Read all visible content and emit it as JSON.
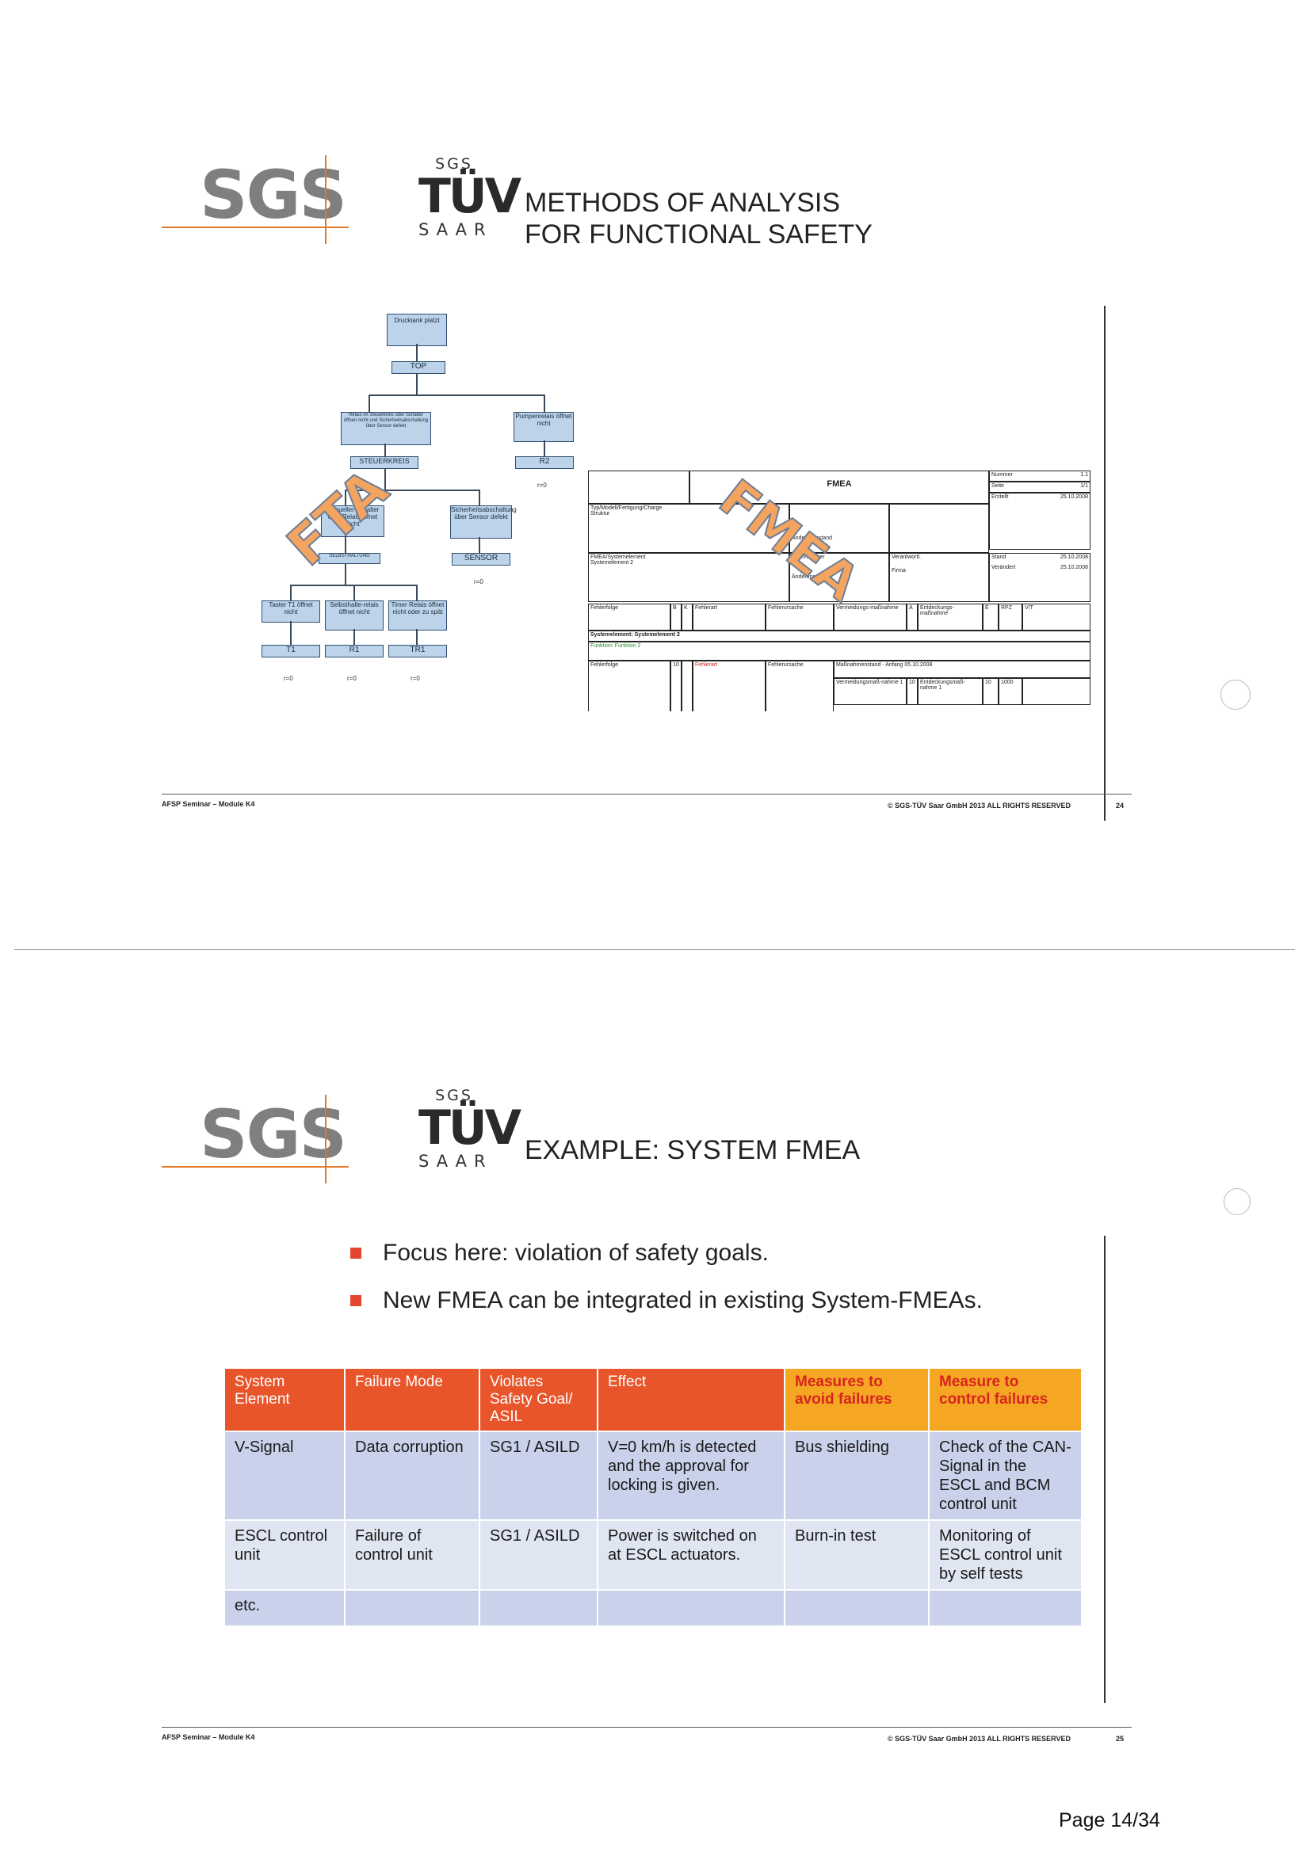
{
  "slide1": {
    "sgs_logo": "SGS",
    "tuv_top": "SGS",
    "tuv_main": "TÜV",
    "tuv_bottom": "SAAR",
    "title_line1": "METHODS OF ANALYSIS",
    "title_line2": "FOR FUNCTIONAL SAFETY",
    "stamp_fta": "FTA",
    "stamp_fmea": "FMEA",
    "fta": {
      "top_event": "Drucktank platzt",
      "top_gate": "TOP",
      "relay_event": "Relais im Steuerkreis oder Schalter öffnen nicht und Sicherheitsabschaltung über Sensor defekt",
      "pump_event": "Pumpenrelais öffnet nicht",
      "steuerkreis_gate": "STEUERKREIS",
      "r2_gate": "R2",
      "r2_p": "r=0",
      "manual_event": "manueller Schalter oder Relais öffnet nicht",
      "safety_event": "Sicherheitsabschaltung über Sensor defekt",
      "selbst_gate": "SELBSTHALTUNG",
      "sensor_gate": "SENSOR",
      "sensor_p": "r=0",
      "taster_event": "Taster T1 öffnet nicht",
      "selbst_event": "Selbsthalte-relais öffnet nicht",
      "timer_event": "Timer Relais öffnet nicht oder zu spät",
      "t1_gate": "T1",
      "r1_gate": "R1",
      "tr1_gate": "TR1",
      "t1_p": "r=0",
      "r1_p": "r=0",
      "tr1_p": "r=0"
    },
    "fmea_form": {
      "header": "FMEA",
      "nummer_label": "Nummer",
      "nummer_value": "1.1",
      "seite_label": "Seite",
      "seite_value": "1/1",
      "erstellt_label": "Erstellt",
      "erstellt_value": "25.10.2008",
      "typ_label": "Typ/Modell/Fertigung/Charge",
      "struktur_label": "Struktur",
      "sachnummer_label": "Sachnummer",
      "aenderungsstand_label": "Änderungsstand",
      "fmea_system_label": "FMEA/Systemelement",
      "system_element2": "Systemelement 2",
      "verantw_label": "Verantwortl.",
      "firma_label": "Firma",
      "stand_label": "Stand",
      "stand_value": "25.10.2008",
      "veraend_label": "Verändert",
      "veraend_value": "25.10.2008",
      "col_folge": "Fehlerfolge",
      "col_b": "B",
      "col_k": "K",
      "col_art": "Fehlerart",
      "col_ursache": "Fehlerursache",
      "col_vermeid": "Vermeidungs-maßnahme",
      "col_a": "A",
      "col_entdeck": "Entdeckungs-maßnahme",
      "col_e": "E",
      "col_rpz": "RPZ",
      "col_vt": "V/T",
      "section_line": "Systemelement: Systemelement 2",
      "funktion_line": "Funktion: Funktion 2",
      "row_folge": "Fehlerfolge",
      "row_b": "10",
      "row_art": "Fehlerart",
      "row_ursache": "Fehlerursache",
      "row_massn": "Maßnahmenstand - Anfang 05.10.2008",
      "row_vermeid": "Vermeidungsmaß-nahme 1",
      "row_a": "10",
      "row_entdeck": "Entdeckungsmaß-nahme 1",
      "row_e": "10",
      "row_rpz": "1000"
    },
    "footer_left": "AFSP Seminar – Module K4",
    "footer_right": "© SGS-TÜV Saar GmbH 2013 ALL RIGHTS RESERVED",
    "slide_number": "24"
  },
  "slide2": {
    "sgs_logo": "SGS",
    "tuv_top": "SGS",
    "tuv_main": "TÜV",
    "tuv_bottom": "SAAR",
    "title": "EXAMPLE: SYSTEM FMEA",
    "bullets": [
      "Focus here: violation of safety goals.",
      "New FMEA can be integrated in existing System-FMEAs."
    ],
    "table": {
      "headers": [
        "System Element",
        "Failure Mode",
        "Violates Safety Goal/ ASIL",
        "Effect",
        "Measures to avoid failures",
        "Measure to control failures"
      ],
      "rows": [
        [
          "V-Signal",
          "Data corruption",
          "SG1 / ASILD",
          "V=0 km/h is detected and the approval for locking is given.",
          "Bus shielding",
          "Check of the CAN-Signal in the ESCL and BCM control unit"
        ],
        [
          "ESCL control unit",
          "Failure of control unit",
          "SG1 / ASILD",
          "Power  is switched on at ESCL actuators.",
          "Burn-in test",
          "Monitoring of ESCL control unit by self tests"
        ],
        [
          "etc.",
          "",
          "",
          "",
          "",
          ""
        ]
      ]
    },
    "footer_left": "AFSP Seminar – Module K4",
    "footer_right": "© SGS-TÜV Saar GmbH 2013 ALL RIGHTS RESERVED",
    "slide_number": "25"
  },
  "page_label": "Page 14/34",
  "colors": {
    "sgs_grey": "#7f7f7f",
    "sgs_orange": "#e07a2a",
    "header_orange": "#e8552b",
    "header_yellow": "#f5a623",
    "row_blue": "#c9d2ea",
    "row_blue_light": "#e0e5f2",
    "bullet_red": "#e3452f",
    "fta_blue": "#bcd3ea"
  }
}
